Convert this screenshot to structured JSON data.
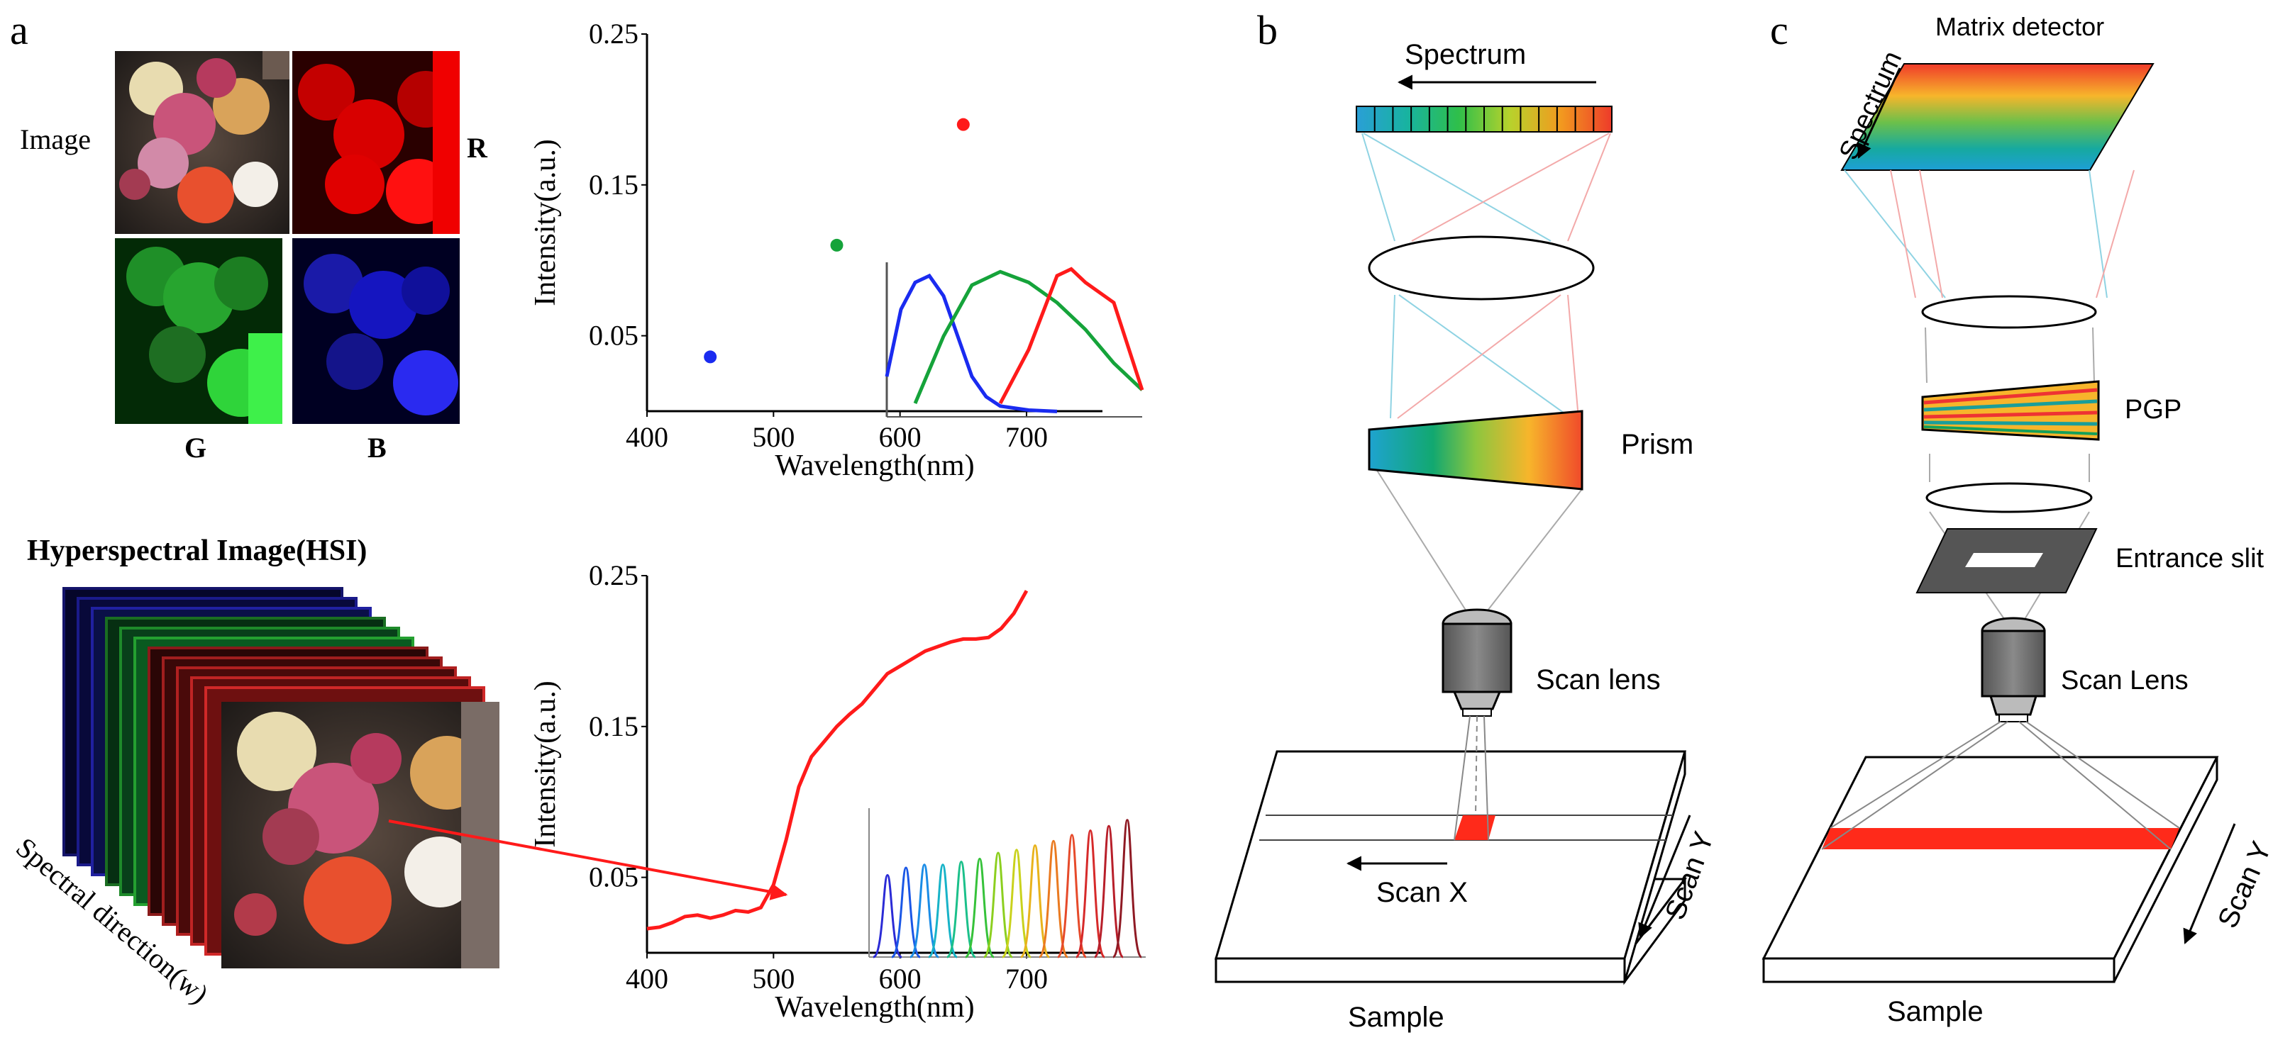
{
  "panel_a": {
    "label": "a",
    "image_label": "Image",
    "channel_labels": {
      "r": "R",
      "g": "G",
      "b": "B"
    },
    "hsi_title": "Hyperspectral Image(HSI)",
    "spectral_direction": "Spectral direction(w)"
  },
  "panel_b": {
    "label": "b",
    "spectrum": "Spectrum",
    "prism": "Prism",
    "scan_lens": "Scan lens",
    "scan_x": "Scan X",
    "scan_y": "Scan Y",
    "sample": "Sample"
  },
  "panel_c": {
    "label": "c",
    "matrix_detector": "Matrix detector",
    "spectrum": "Spectrum",
    "pgp": "PGP",
    "entrance_slit": "Entrance slit",
    "scan_lens": "Scan Lens",
    "scan_y": "Scan Y",
    "sample": "Sample"
  },
  "colors": {
    "red": "#ff1a1a",
    "green": "#15a33a",
    "blue": "#1a2bf0",
    "ray_blue": "#8fd3e3",
    "ray_red": "#f3a9a9",
    "sample_stripe": "#ff2a1a"
  },
  "chart_data": [
    {
      "type": "scatter",
      "xlabel": "Wavelength(nm)",
      "ylabel": "Intensity(a.u.)",
      "xticks": [
        400,
        500,
        600,
        700
      ],
      "yticks": [
        0.05,
        0.15,
        0.25
      ],
      "xlim": [
        400,
        760
      ],
      "ylim": [
        0,
        0.25
      ],
      "series": [
        {
          "color": "#1a2bf0",
          "x": [
            450
          ],
          "y": [
            0.036
          ]
        },
        {
          "color": "#15a33a",
          "x": [
            550
          ],
          "y": [
            0.11
          ]
        },
        {
          "color": "#ff1a1a",
          "x": [
            650
          ],
          "y": [
            0.19
          ]
        }
      ],
      "inset": {
        "type": "line",
        "series": [
          {
            "color": "#1a2bf0",
            "x": [
              580,
              590,
              600,
              610,
              620,
              630,
              640,
              650,
              660,
              680,
              700
            ],
            "y": [
              0.03,
              0.08,
              0.1,
              0.105,
              0.09,
              0.06,
              0.03,
              0.015,
              0.008,
              0.005,
              0.004
            ]
          },
          {
            "color": "#15a33a",
            "x": [
              600,
              620,
              640,
              660,
              680,
              700,
              720,
              740,
              760
            ],
            "y": [
              0.01,
              0.06,
              0.098,
              0.108,
              0.1,
              0.085,
              0.065,
              0.04,
              0.02
            ]
          },
          {
            "color": "#ff1a1a",
            "x": [
              660,
              680,
              700,
              710,
              720,
              740,
              760
            ],
            "y": [
              0.01,
              0.05,
              0.105,
              0.11,
              0.1,
              0.085,
              0.02
            ]
          }
        ]
      }
    },
    {
      "type": "line",
      "xlabel": "Wavelength(nm)",
      "ylabel": "Intensity(a.u.)",
      "xticks": [
        400,
        500,
        600,
        700
      ],
      "yticks": [
        0.05,
        0.15,
        0.25
      ],
      "xlim": [
        400,
        760
      ],
      "ylim": [
        0,
        0.25
      ],
      "series": [
        {
          "color": "#ff1a1a",
          "x": [
            400,
            410,
            420,
            430,
            440,
            450,
            460,
            470,
            480,
            490,
            500,
            510,
            520,
            530,
            540,
            550,
            560,
            570,
            580,
            590,
            600,
            610,
            620,
            630,
            640,
            650,
            660,
            670,
            680,
            690,
            700
          ],
          "y": [
            0.016,
            0.017,
            0.02,
            0.024,
            0.025,
            0.023,
            0.025,
            0.028,
            0.027,
            0.03,
            0.045,
            0.075,
            0.11,
            0.13,
            0.14,
            0.15,
            0.158,
            0.165,
            0.175,
            0.185,
            0.19,
            0.195,
            0.2,
            0.203,
            0.206,
            0.208,
            0.208,
            0.209,
            0.215,
            0.225,
            0.24
          ]
        }
      ],
      "inset": {
        "type": "line",
        "peaks_nm": [
          450,
          470,
          490,
          510,
          530,
          550,
          570,
          590,
          610,
          630,
          650,
          670,
          690,
          710
        ],
        "peak_colors": [
          "#2b2bd6",
          "#1a57e6",
          "#1a8ce6",
          "#17b3c8",
          "#1bc08a",
          "#36c23a",
          "#8ccf1f",
          "#c9d21c",
          "#e8b31c",
          "#ea7a20",
          "#e64a2a",
          "#d62a2a",
          "#b81f2a",
          "#8f1a24"
        ],
        "peak_heights": [
          0.55,
          0.6,
          0.62,
          0.62,
          0.64,
          0.66,
          0.7,
          0.72,
          0.75,
          0.78,
          0.82,
          0.85,
          0.88,
          0.92
        ]
      }
    }
  ]
}
